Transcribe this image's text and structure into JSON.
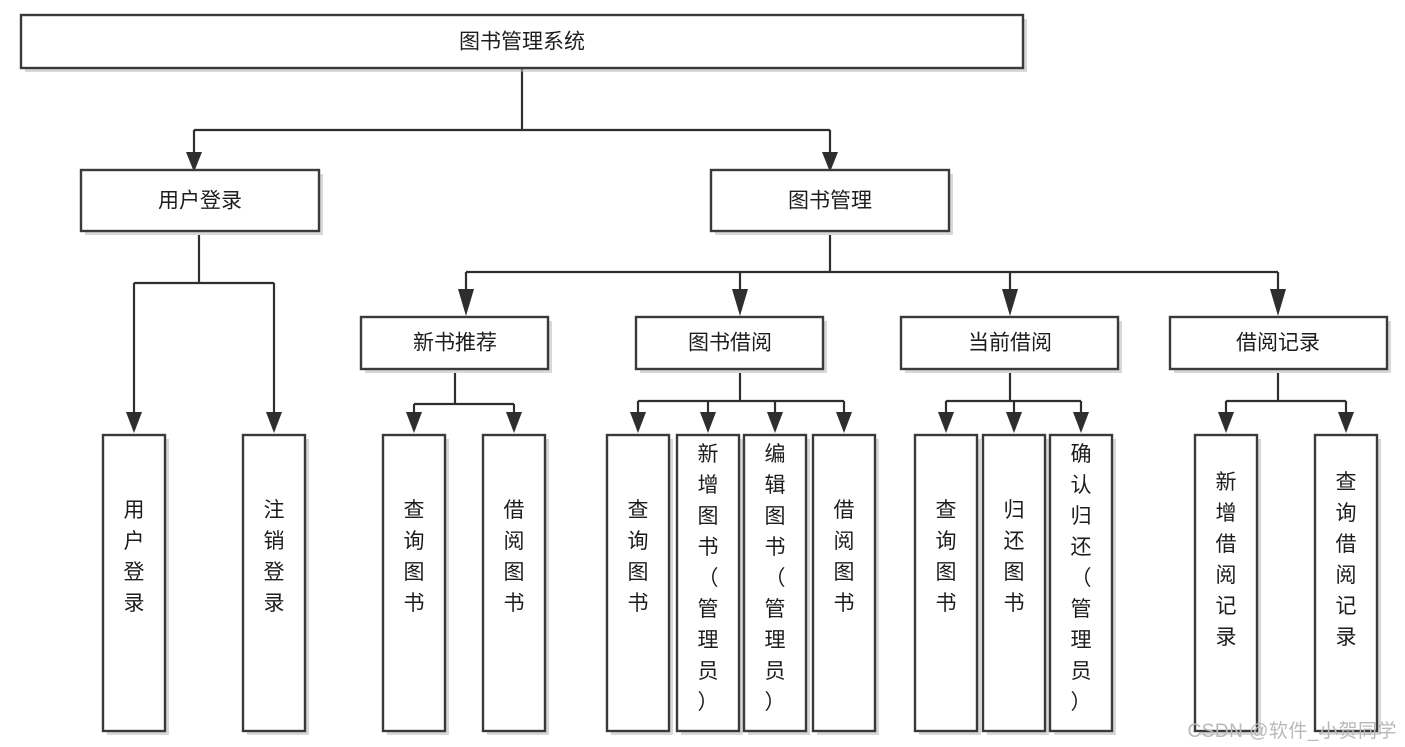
{
  "diagram": {
    "title": "图书管理系统",
    "type": "hierarchy-tree",
    "watermark": "CSDN @软件_小贺同学",
    "colors": {
      "box_stroke": "#3a3a3a",
      "box_fill": "#ffffff",
      "connector": "#2e2e2e",
      "text": "#1d1d1d",
      "watermark": "#b9b9b9",
      "background": "#ffffff"
    },
    "root": {
      "label": "图书管理系统",
      "orientation": "horizontal"
    },
    "level1": [
      {
        "label": "用户登录",
        "orientation": "horizontal"
      },
      {
        "label": "图书管理",
        "orientation": "horizontal"
      }
    ],
    "level2": [
      {
        "label": "新书推荐",
        "orientation": "horizontal",
        "parent": "图书管理"
      },
      {
        "label": "图书借阅",
        "orientation": "horizontal",
        "parent": "图书管理"
      },
      {
        "label": "当前借阅",
        "orientation": "horizontal",
        "parent": "图书管理"
      },
      {
        "label": "借阅记录",
        "orientation": "horizontal",
        "parent": "图书管理"
      }
    ],
    "leaves": [
      {
        "label": "用户登录",
        "parent": "用户登录",
        "orientation": "vertical",
        "lines": [
          "用",
          "户",
          "登",
          "录"
        ]
      },
      {
        "label": "注销登录",
        "parent": "用户登录",
        "orientation": "vertical",
        "lines": [
          "注",
          "销",
          "登",
          "录"
        ]
      },
      {
        "label": "查询图书",
        "parent": "新书推荐",
        "orientation": "vertical",
        "lines": [
          "查",
          "询",
          "图",
          "书"
        ]
      },
      {
        "label": "借阅图书",
        "parent": "新书推荐",
        "orientation": "vertical",
        "lines": [
          "借",
          "阅",
          "图",
          "书"
        ]
      },
      {
        "label": "查询图书",
        "parent": "图书借阅",
        "orientation": "vertical",
        "lines": [
          "查",
          "询",
          "图",
          "书"
        ]
      },
      {
        "label": "新增图书（管理员）",
        "parent": "图书借阅",
        "orientation": "vertical",
        "lines": [
          "新",
          "增",
          "图",
          "书",
          "（",
          "管",
          "理",
          "员",
          "）"
        ]
      },
      {
        "label": "编辑图书（管理员）",
        "parent": "图书借阅",
        "orientation": "vertical",
        "lines": [
          "编",
          "辑",
          "图",
          "书",
          "（",
          "管",
          "理",
          "员",
          "）"
        ]
      },
      {
        "label": "借阅图书",
        "parent": "图书借阅",
        "orientation": "vertical",
        "lines": [
          "借",
          "阅",
          "图",
          "书"
        ]
      },
      {
        "label": "查询图书",
        "parent": "当前借阅",
        "orientation": "vertical",
        "lines": [
          "查",
          "询",
          "图",
          "书"
        ]
      },
      {
        "label": "归还图书",
        "parent": "当前借阅",
        "orientation": "vertical",
        "lines": [
          "归",
          "还",
          "图",
          "书"
        ]
      },
      {
        "label": "确认归还（管理员）",
        "parent": "当前借阅",
        "orientation": "vertical",
        "lines": [
          "确",
          "认",
          "归",
          "还",
          "（",
          "管",
          "理",
          "员",
          "）"
        ]
      },
      {
        "label": "新增借阅记录",
        "parent": "借阅记录",
        "orientation": "vertical",
        "lines": [
          "新",
          "增",
          "借",
          "阅",
          "记",
          "录"
        ]
      },
      {
        "label": "查询借阅记录",
        "parent": "借阅记录",
        "orientation": "vertical",
        "lines": [
          "查",
          "询",
          "借",
          "阅",
          "记",
          "录"
        ]
      }
    ]
  }
}
